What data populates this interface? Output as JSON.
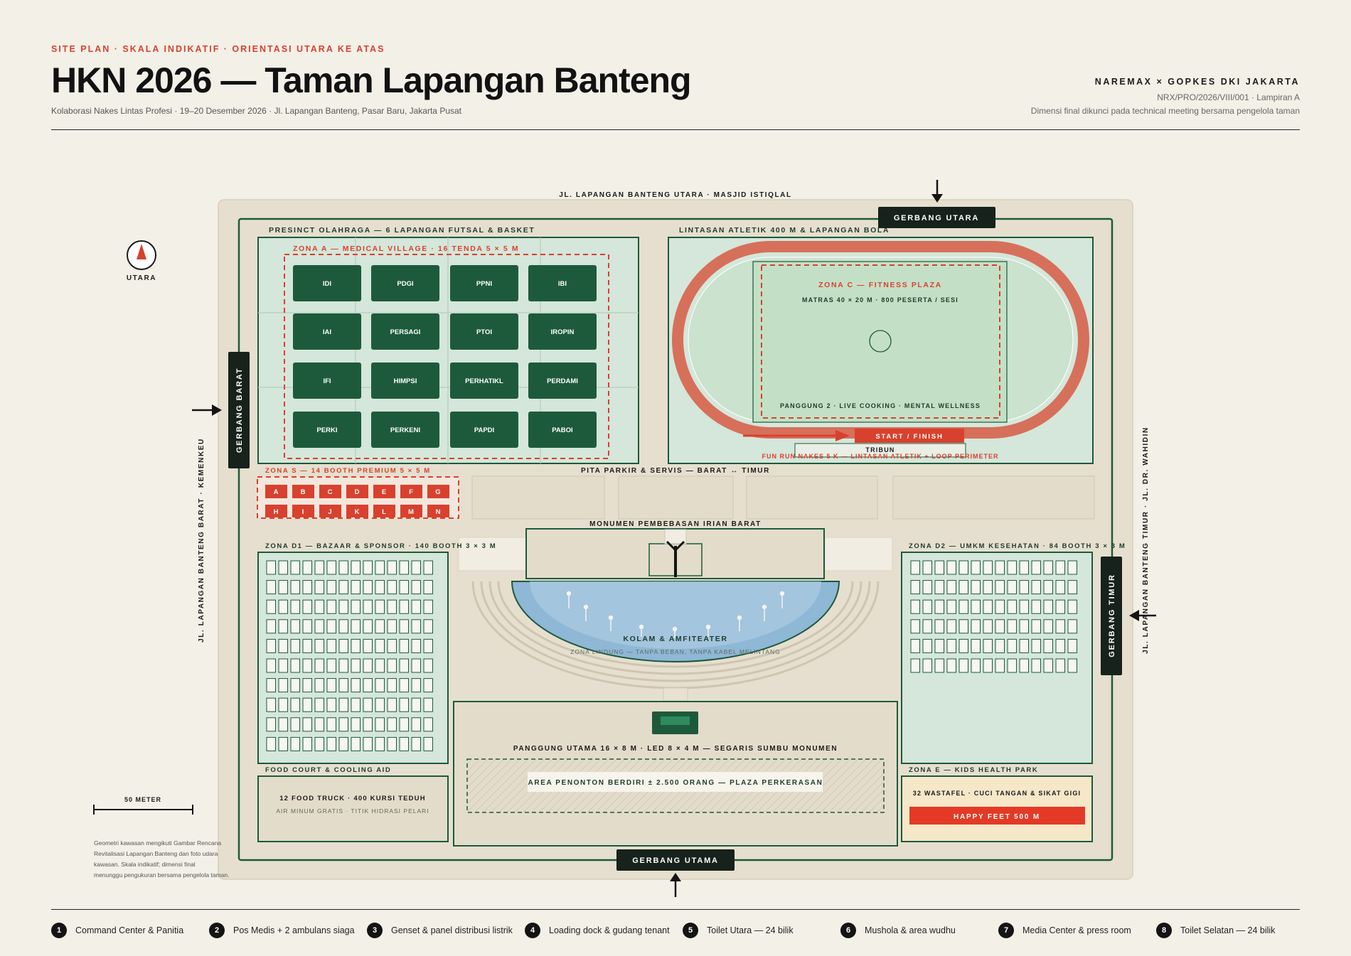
{
  "header": {
    "kicker": "SITE PLAN · SKALA INDIKATIF · ORIENTASI UTARA KE ATAS",
    "title": "HKN 2026 — Taman Lapangan Banteng",
    "subtitle": "Kolaborasi Nakes Lintas Profesi · 19–20 Desember 2026 · Jl. Lapangan Banteng, Pasar Baru, Jakarta Pusat",
    "partner": "NAREMAX × GOPKES DKI JAKARTA",
    "doc_ref": "NRX/PRO/2026/VIII/001 · Lampiran A",
    "doc_note": "Dimensi final dikunci pada technical meeting bersama pengelola taman"
  },
  "map": {
    "roads": {
      "north": "JL. LAPANGAN BANTENG UTARA · MASJID ISTIQLAL",
      "west": "JL. LAPANGAN BANTENG BARAT · KEMENKEU",
      "east": "JL. LAPANGAN BANTENG TIMUR · JL. DR. WAHIDIN"
    },
    "gates": {
      "north": "GERBANG UTARA",
      "west": "GERBANG BARAT",
      "east": "GERBANG TIMUR",
      "main": "GERBANG UTAMA"
    },
    "compass_label": "UTARA",
    "scale_label": "50 METER",
    "footnote": [
      "Geometri kawasan mengikuti Gambar Rencana",
      "Revitalisasi Lapangan Banteng dan foto udara",
      "kawasan. Skala indikatif; dimensi final",
      "menunggu pengukuran bersama pengelola taman."
    ],
    "sports_precinct": "PRESINCT OLAHRAGA — 6 LAPANGAN FUTSAL & BASKET",
    "zone_a": {
      "title": "ZONA A — MEDICAL VILLAGE · 16 TENDA 5 × 5 M",
      "tents": [
        "IDI",
        "PDGI",
        "PPNI",
        "IBI",
        "IAI",
        "PERSAGI",
        "PTOI",
        "IROPIN",
        "IFI",
        "HIMPSI",
        "PERHATIKL",
        "PERDAMI",
        "PERKI",
        "PERKENI",
        "PAPDI",
        "PABOI"
      ]
    },
    "track": {
      "title": "LINTASAN ATLETIK 400 M & LAPANGAN BOLA",
      "zone_c_title": "ZONA C — FITNESS PLAZA",
      "zone_c_sub": "MATRAS 40 × 20 M · 800 PESERTA / SESI",
      "zone_c_stage": "PANGGUNG 2 · LIVE COOKING · MENTAL WELLNESS",
      "start_finish": "START / FINISH",
      "tribun": "TRIBUN",
      "fun_run": "FUN RUN NAKES 5 K — LINTASAN ATLETIK + LOOP PERIMETER"
    },
    "zone_s": {
      "title": "ZONA S — 14 BOOTH PREMIUM 5 × 5 M",
      "booths": [
        "A",
        "B",
        "C",
        "D",
        "E",
        "F",
        "G",
        "H",
        "I",
        "J",
        "K",
        "L",
        "M",
        "N"
      ]
    },
    "parking": "PITA PARKIR & SERVIS — BARAT ↔ TIMUR",
    "monument": "MONUMEN PEMBEBASAN IRIAN BARAT",
    "pool": "KOLAM & AMFITEATER",
    "pool_note": "ZONA LINDUNG — TANPA BEBAN, TANPA KABEL MELINTANG",
    "zone_d1": "ZONA D1 — BAZAAR & SPONSOR · 140 BOOTH 3 × 3 M",
    "zone_d2": "ZONA D2 — UMKM KESEHATAN · 84 BOOTH 3 × 3 M",
    "food_court": {
      "title": "FOOD COURT & COOLING AID",
      "line1": "12 FOOD TRUCK · 400 KURSI TEDUH",
      "line2": "AIR MINUM GRATIS · TITIK HIDRASI PELARI"
    },
    "main_stage": "PANGGUNG UTAMA 16 × 8 M · LED 8 × 4 M — SEGARIS SUMBU MONUMEN",
    "audience": "AREA PENONTON BERDIRI ± 2.500 ORANG — PLAZA PERKERASAN",
    "zone_e": {
      "title": "ZONA E — KIDS HEALTH PARK",
      "line1": "32 WASTAFEL · CUCI TANGAN & SIKAT GIGI",
      "banner": "HAPPY FEET 500 M"
    }
  },
  "legend": [
    {
      "num": "1",
      "label": "Command Center & Panitia"
    },
    {
      "num": "2",
      "label": "Pos Medis + 2 ambulans siaga"
    },
    {
      "num": "3",
      "label": "Genset & panel distribusi listrik"
    },
    {
      "num": "4",
      "label": "Loading dock & gudang tenant"
    },
    {
      "num": "5",
      "label": "Toilet Utara — 24 bilik"
    },
    {
      "num": "6",
      "label": "Mushola & area wudhu"
    },
    {
      "num": "7",
      "label": "Media Center & press room"
    },
    {
      "num": "8",
      "label": "Toilet Selatan — 24 bilik"
    }
  ],
  "colors": {
    "dark_green": "#1d5a3b",
    "accent_red": "#d8412e",
    "light_green": "#d5e6da",
    "sand": "#e3dccb",
    "track": "#d6705a",
    "water": "#8fb7d6"
  }
}
